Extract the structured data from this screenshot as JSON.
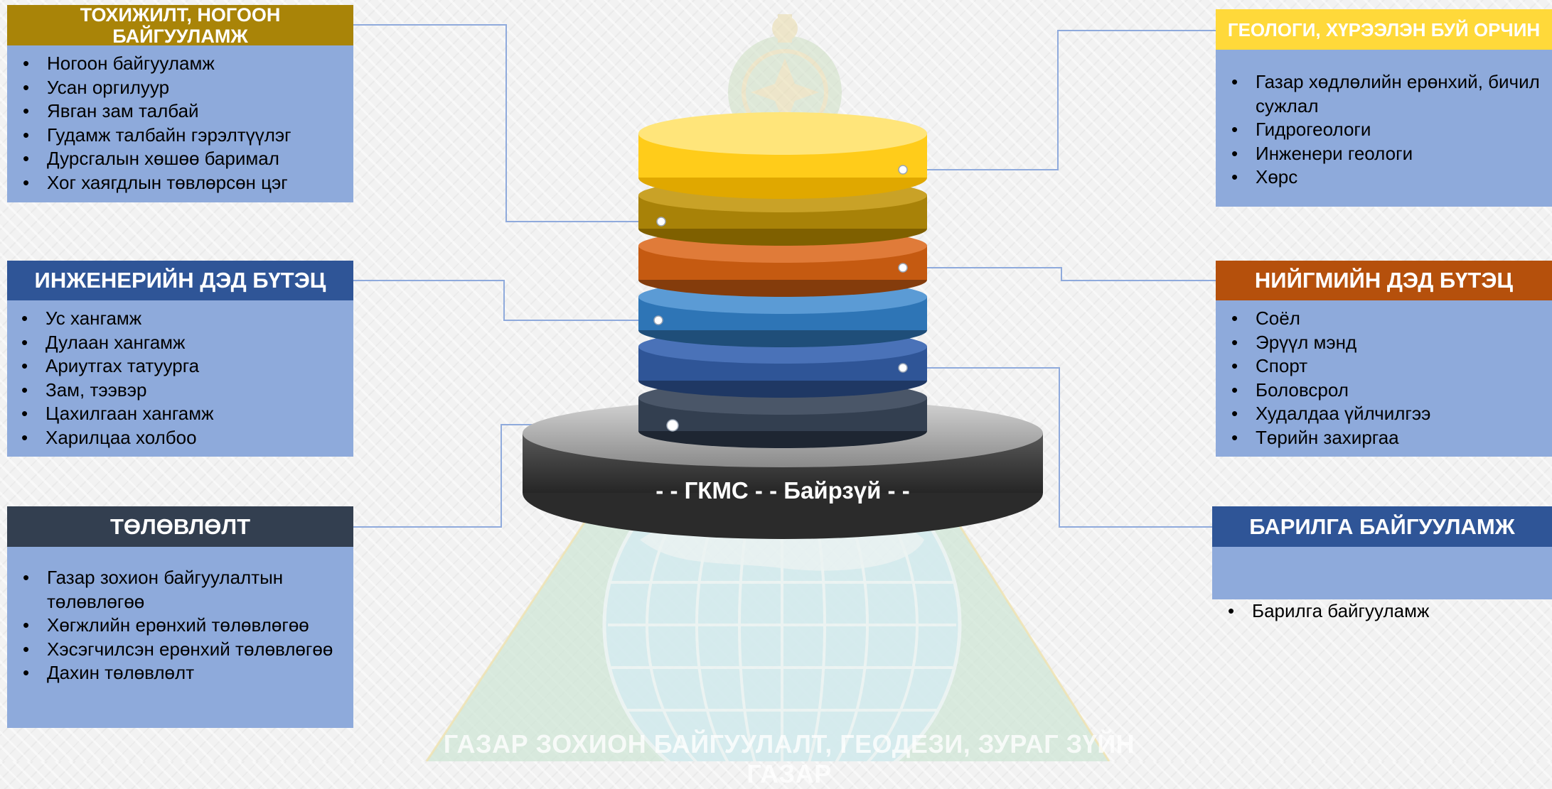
{
  "center_label": "- - ГКМС  - - Байрзүй - -",
  "watermark_text": "ГАЗАР ЗОХИОН БАЙГУУЛАЛТ, ГЕОДЕЗИ, ЗУРАГ ЗҮЙН ГАЗАР",
  "colors": {
    "yellow": "#ffd93a",
    "olive": "#b8860b",
    "orange": "#c55a11",
    "blue": "#2e75b6",
    "navy": "#2f5597",
    "dark": "#333f50",
    "box_body": "#8eaadb",
    "connector": "#8faadc"
  },
  "boxes": {
    "green": {
      "title": "ТОХИЖИЛТ, НОГООН БАЙГУУЛАМЖ",
      "items": [
        "Ногоон байгууламж",
        "Усан оргилуур",
        "Явган зам талбай",
        "Гудамж талбайн гэрэлтүүлэг",
        "Дурсгалын хөшөө баримал",
        "Хог хаягдлын төвлөрсөн цэг"
      ]
    },
    "engineering": {
      "title": "ИНЖЕНЕРИЙН ДЭД БҮТЭЦ",
      "items": [
        "Ус хангамж",
        "Дулаан хангамж",
        "Ариутгах татуурга",
        "Зам, тээвэр",
        "Цахилгаан хангамж",
        "Харилцаа холбоо"
      ]
    },
    "planning": {
      "title": "ТӨЛӨВЛӨЛТ",
      "items": [
        "Газар зохион байгуулалтын төлөвлөгөө",
        "Хөгжлийн ерөнхий төлөвлөгөө",
        "Хэсэгчилсэн ерөнхий төлөвлөгөө",
        "Дахин төлөвлөлт"
      ]
    },
    "geology": {
      "title": "ГЕОЛОГИ, ХҮРЭЭЛЭН БУЙ ОРЧИН",
      "items": [
        "Газар хөдлөлийн ерөнхий, бичил сужлал",
        "Гидрогеологи",
        "Инженери геологи",
        "Хөрс"
      ]
    },
    "social": {
      "title": "НИЙГМИЙН ДЭД БҮТЭЦ",
      "items": [
        "Соёл",
        "Эрүүл мэнд",
        "Спорт",
        "Боловсрол",
        "Худалдаа үйлчилгээ",
        "Төрийн захиргаа"
      ]
    },
    "building": {
      "title": "БАРИЛГА БАЙГУУЛАМЖ",
      "items": [
        "Барилга байгууламж"
      ]
    }
  }
}
